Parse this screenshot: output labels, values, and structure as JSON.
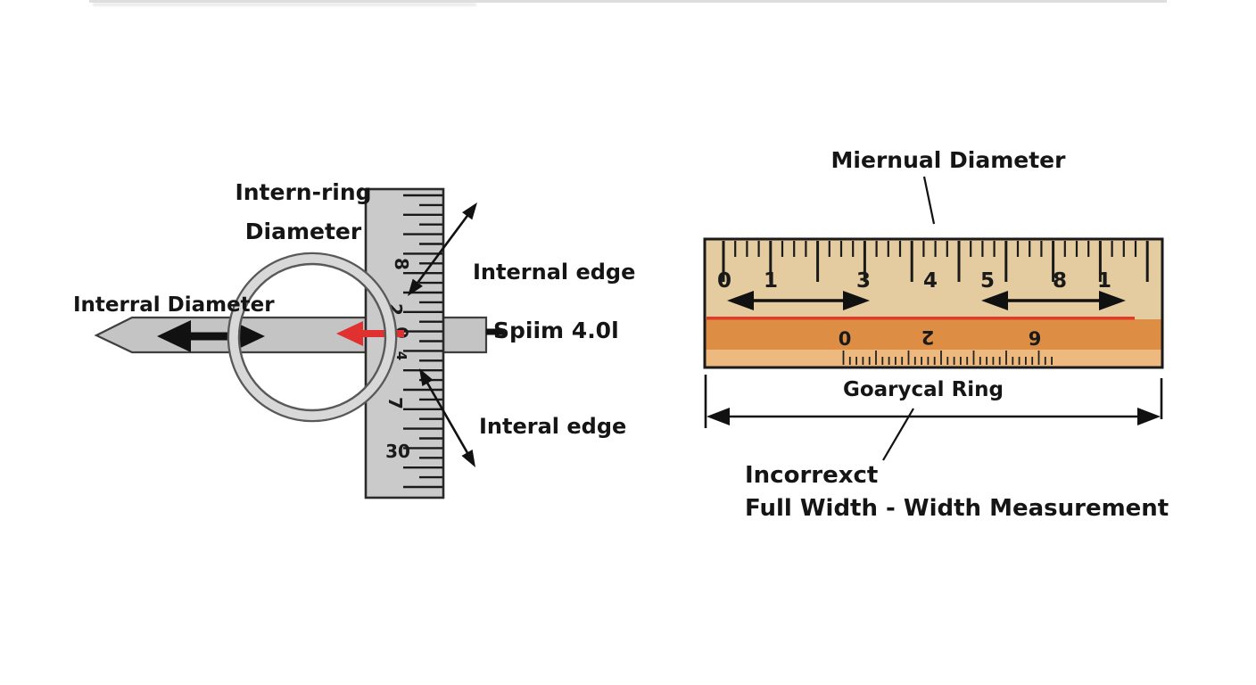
{
  "left_diagram": {
    "title_line1": "Intern-ring",
    "title_line2": "Diameter",
    "label_internal_diameter": "Interral Diameter",
    "label_internal_edge_top": "Internal edge",
    "label_span_reading": "Spiim 4.0l",
    "label_internal_edge_bottom": "Interal edge",
    "ruler": {
      "numbers": [
        "8",
        "2",
        "0",
        "4",
        "7",
        "30"
      ]
    },
    "colors": {
      "bar": "#c4c4c4",
      "ruler": "#cacaca",
      "ring": "#d8d8d8",
      "red_arrow": "#e03030",
      "ink": "#1a1a1a"
    }
  },
  "right_diagram": {
    "title": "Miernual Diameter",
    "ruler": {
      "numbers_top": [
        "0",
        "1",
        "3",
        "4",
        "5",
        "8",
        "1"
      ],
      "numbers_band": [
        "0",
        "2",
        "9"
      ]
    },
    "label_ring": "Goarycal Ring",
    "label_incorrect": "Incorrexct",
    "label_full_width": "Full Width - Width Measurement",
    "colors": {
      "ruler_face": "#e4cba0",
      "band_dark": "#de8e44",
      "band_light": "#eeb97e",
      "red_line": "#e23b28",
      "ink": "#1a1a1a"
    }
  }
}
